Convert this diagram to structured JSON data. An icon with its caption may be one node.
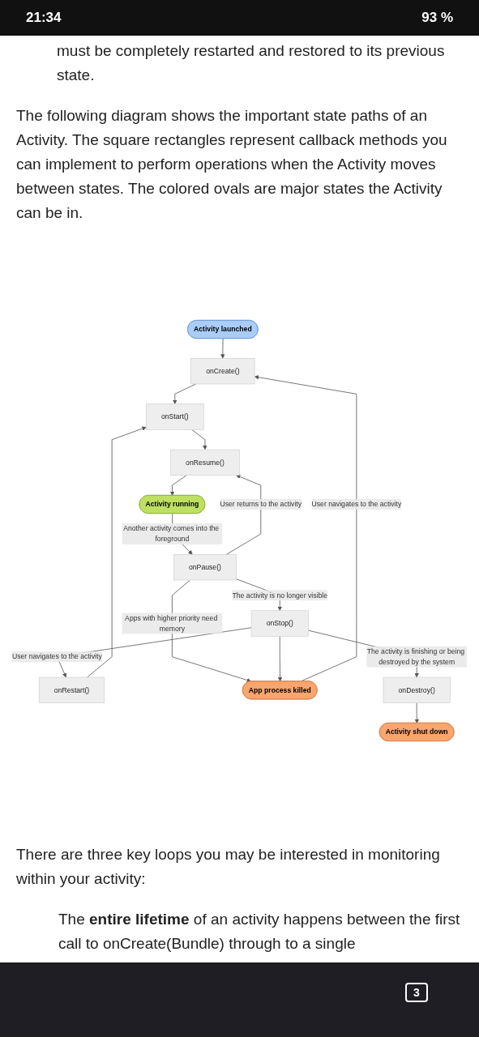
{
  "diagram": {
    "nodes": [
      {
        "text": [
          "Activity launched"
        ]
      },
      {
        "text": [
          "onCreate()"
        ]
      },
      {
        "text": [
          "onStart()"
        ]
      },
      {
        "text": [
          "onRestart()"
        ]
      },
      {
        "text": [
          "onResume()"
        ]
      },
      {
        "text": [
          "App process killed"
        ]
      },
      {
        "text": [
          "Activity running"
        ]
      },
      {
        "text": [
          "onPause()"
        ]
      },
      {
        "text": [
          "onStop()"
        ]
      },
      {
        "text": [
          "onDestroy()"
        ]
      },
      {
        "text": [
          "Activity shut down"
        ]
      }
    ],
    "edges": [
      {
        "from": 0,
        "to": 1,
        "arrow": "to"
      },
      {
        "from": 5,
        "to": 1,
        "arrow": "to",
        "label": "User navigates to the activity"
      },
      {
        "from": 1,
        "to": 2,
        "arrow": "to"
      },
      {
        "from": 3,
        "to": 2,
        "arrow": "to"
      },
      {
        "from": 2,
        "to": 4,
        "arrow": "to"
      },
      {
        "from": 4,
        "to": 6,
        "arrow": "to"
      },
      {
        "from": 6,
        "to": 7,
        "arrow": "to",
        "label": "Another activity comes into the foreground"
      },
      {
        "from": 7,
        "to": 4,
        "arrow": "to",
        "label": "User returns to the activity"
      },
      {
        "from": 7,
        "to": 5,
        "arrow": "to",
        "label": "Apps with higher priority need memory"
      },
      {
        "from": 8,
        "to": 5,
        "arrow": "to"
      },
      {
        "from": 7,
        "to": 8,
        "arrow": "to",
        "label": "The activity is no longer visible"
      },
      {
        "from": 8,
        "to": 3,
        "arrow": "to",
        "label": "User navigates to the activity"
      },
      {
        "from": 8,
        "to": 9,
        "arrow": "to",
        "label": "The activity is finishing or being destroyed by the system"
      },
      {
        "from": 9,
        "to": 10,
        "arrow": "to"
      }
    ],
    "labels": [
      "21:34",
      "93 %",
      "must be completely restarted and restored to its previous state.",
      "The following diagram shows the important state paths of an Activity. The square rectangles represent callback methods you can implement to perform operations when the Activity moves between states. The colored ovals are major states the Activity can be in.",
      "There are three key loops you may be interested in monitoring within your activity:",
      "The **entire lifetime** of an activity happens between the first call to onCreate(Bundle) through to a single",
      "3"
    ]
  }
}
